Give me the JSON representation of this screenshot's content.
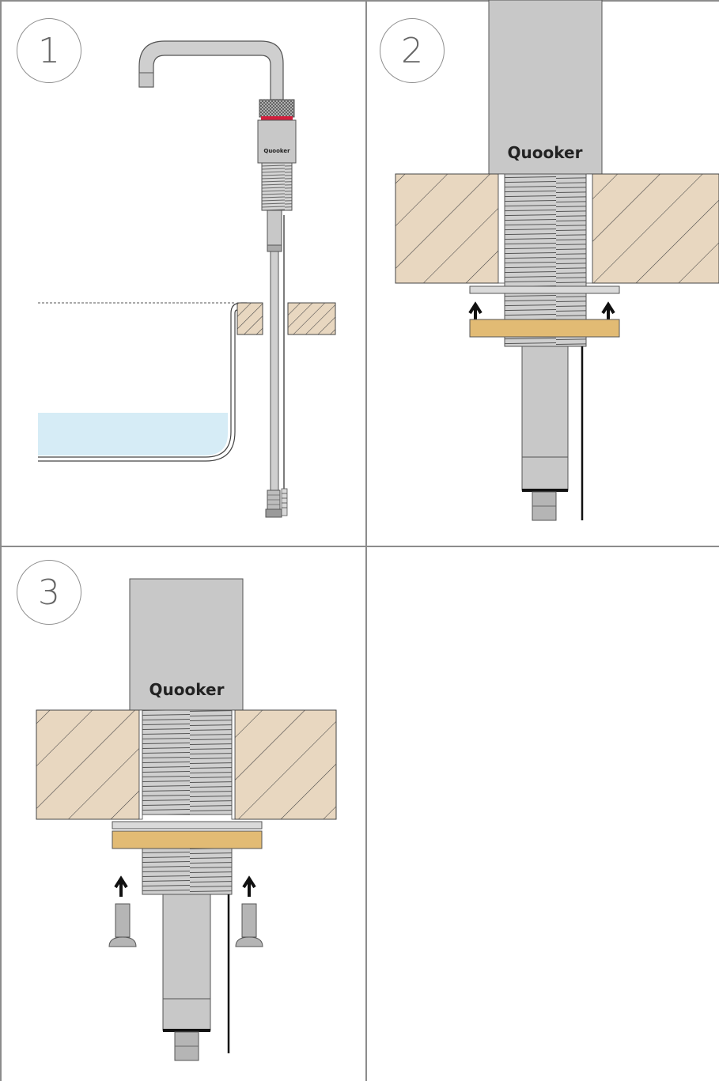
{
  "steps": [
    {
      "number": "1"
    },
    {
      "number": "2"
    },
    {
      "number": "3"
    }
  ],
  "brand_large": "Quooker",
  "brand_small": "Quooker",
  "colors": {
    "frame": "#8c8c8c",
    "steel": "#c8c8c8",
    "steel_dark": "#9a9a9a",
    "countertop": "#e8d7c0",
    "hatch": "#444444",
    "washer_wood": "#e2bb74",
    "water": "#d6ecf6",
    "accent_red": "#d21f3c"
  },
  "icons": [
    "up-arrow-icon",
    "bolt-icon"
  ]
}
